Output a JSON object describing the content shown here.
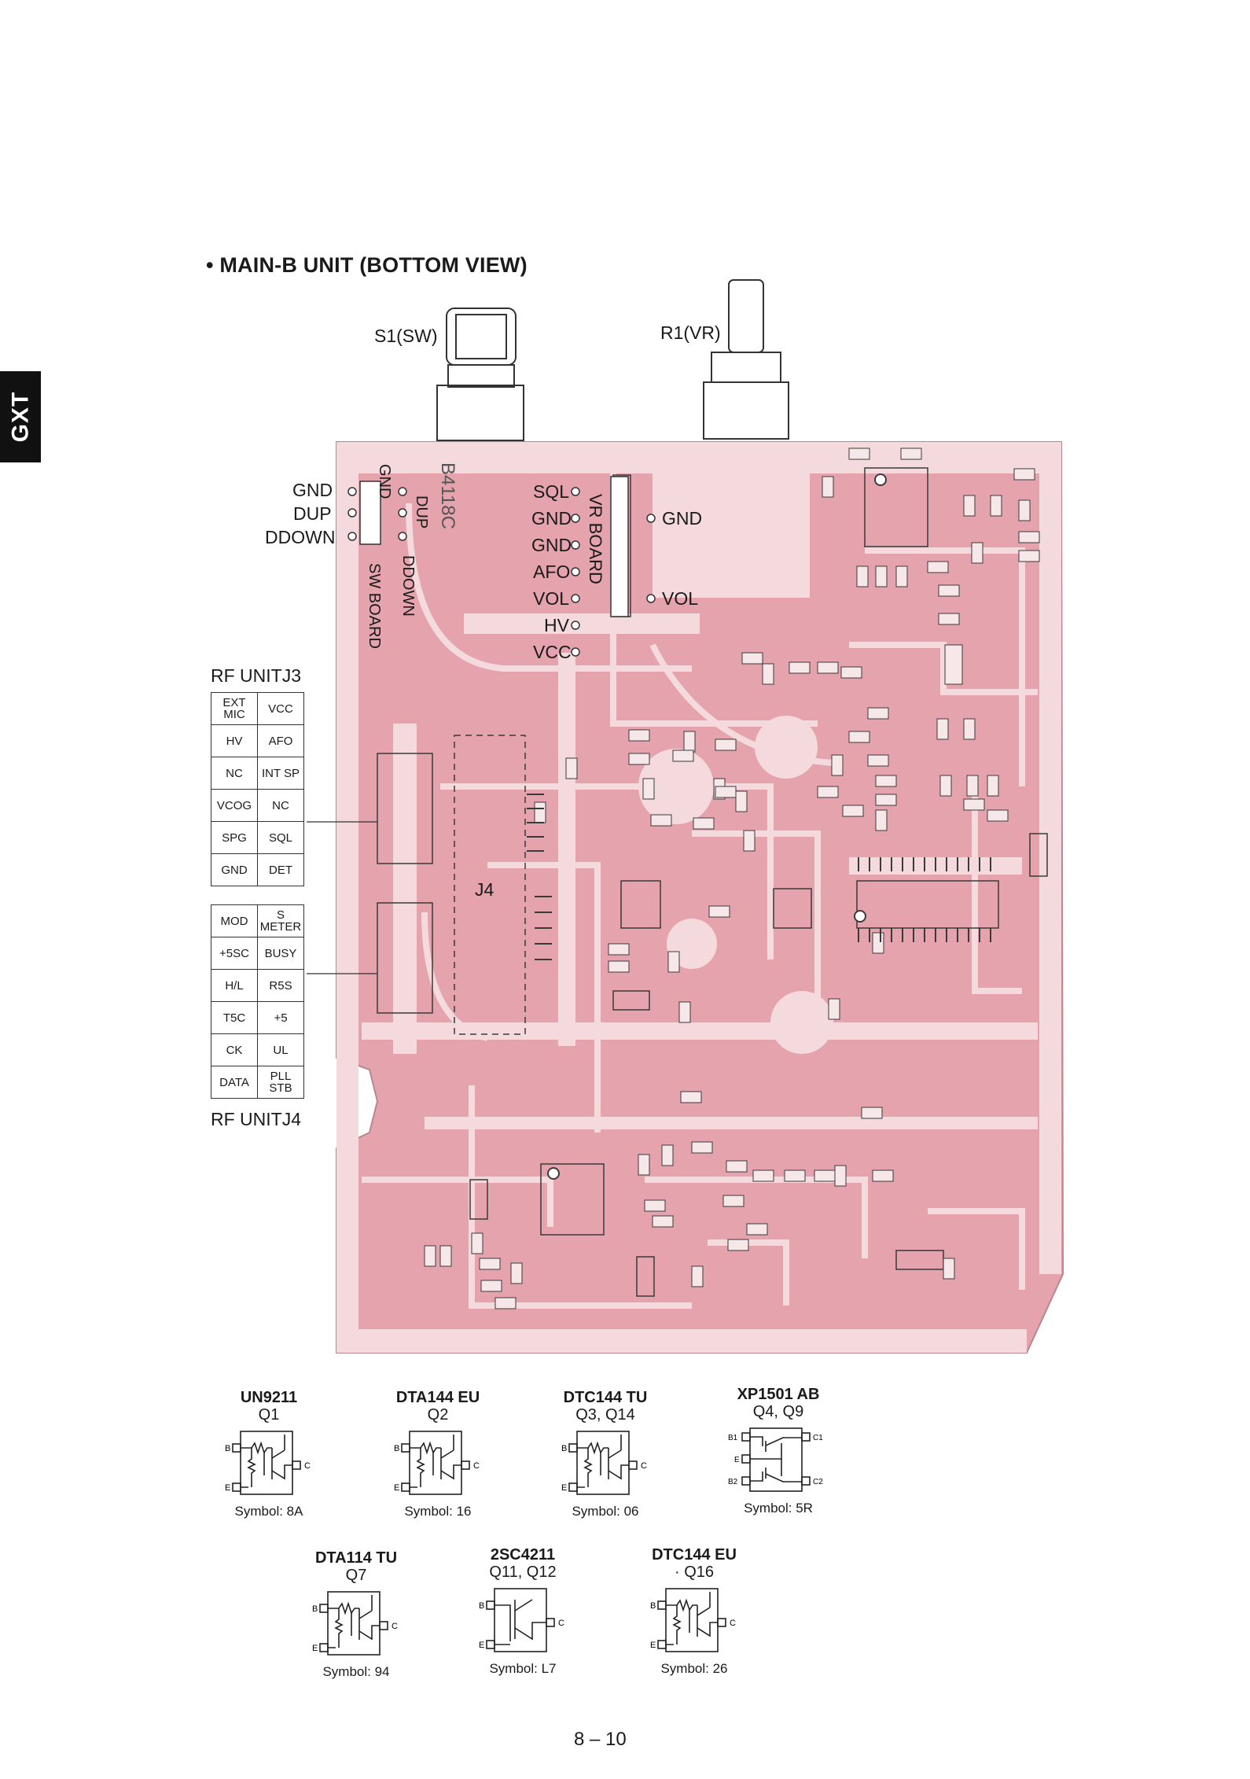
{
  "side_tab": "GXT",
  "title": "• MAIN-B UNIT (BOTTOM VIEW)",
  "knobs": {
    "s1": "S1(SW)",
    "r1": "R1(VR)"
  },
  "sw_connector": {
    "left_labels": [
      "GND",
      "DUP",
      "DDOWN"
    ],
    "top_labels": [
      "GND",
      "DUP",
      "DDOWN"
    ],
    "board": "SW BOARD"
  },
  "board_code": "B4118C",
  "vr_connector": {
    "pins": [
      "SQL",
      "GND",
      "GND",
      "AFO",
      "VOL",
      "HV",
      "VCC"
    ],
    "board": "VR BOARD",
    "right_labels": [
      "GND",
      "VOL"
    ]
  },
  "rf_j3": {
    "title": "RF UNITJ3",
    "rows": [
      [
        "EXT MIC",
        "VCC"
      ],
      [
        "HV",
        "AFO"
      ],
      [
        "NC",
        "INT SP"
      ],
      [
        "VCOG",
        "NC"
      ],
      [
        "SPG",
        "SQL"
      ],
      [
        "GND",
        "DET"
      ]
    ]
  },
  "rf_j4": {
    "title": "RF UNITJ4",
    "rows": [
      [
        "MOD",
        "S METER"
      ],
      [
        "+5SC",
        "BUSY"
      ],
      [
        "H/L",
        "R5S"
      ],
      [
        "T5C",
        "+5"
      ],
      [
        "CK",
        "UL"
      ],
      [
        "DATA",
        "PLL STB"
      ]
    ]
  },
  "j4_label": "J4",
  "transistors": [
    {
      "part": "UN9211",
      "q": "Q1",
      "symbol": "Symbol: 8A",
      "type": "digital"
    },
    {
      "part": "DTA144 EU",
      "q": "Q2",
      "symbol": "Symbol: 16",
      "type": "digital"
    },
    {
      "part": "DTC144 TU",
      "q": "Q3, Q14",
      "symbol": "Symbol: 06",
      "type": "digital"
    },
    {
      "part": "XP1501 AB",
      "q": "Q4, Q9",
      "symbol": "Symbol: 5R",
      "type": "dual"
    },
    {
      "part": "DTA114 TU",
      "q": "Q7",
      "symbol": "Symbol: 94",
      "type": "digital"
    },
    {
      "part": "2SC4211",
      "q": "Q11, Q12",
      "symbol": "Symbol: L7",
      "type": "plain"
    },
    {
      "part": "DTC144 EU",
      "q": "· Q16",
      "symbol": "Symbol: 26",
      "type": "digital"
    }
  ],
  "pin_labels": {
    "b": "B",
    "e": "E",
    "c": "C",
    "b1": "B1",
    "b2": "B2",
    "c1": "C1",
    "c2": "C2"
  },
  "page_number": "8 – 10",
  "colors": {
    "pcb": "#e5a3ad",
    "trace": "#f4d9dd",
    "ink": "#1a1a1a"
  }
}
